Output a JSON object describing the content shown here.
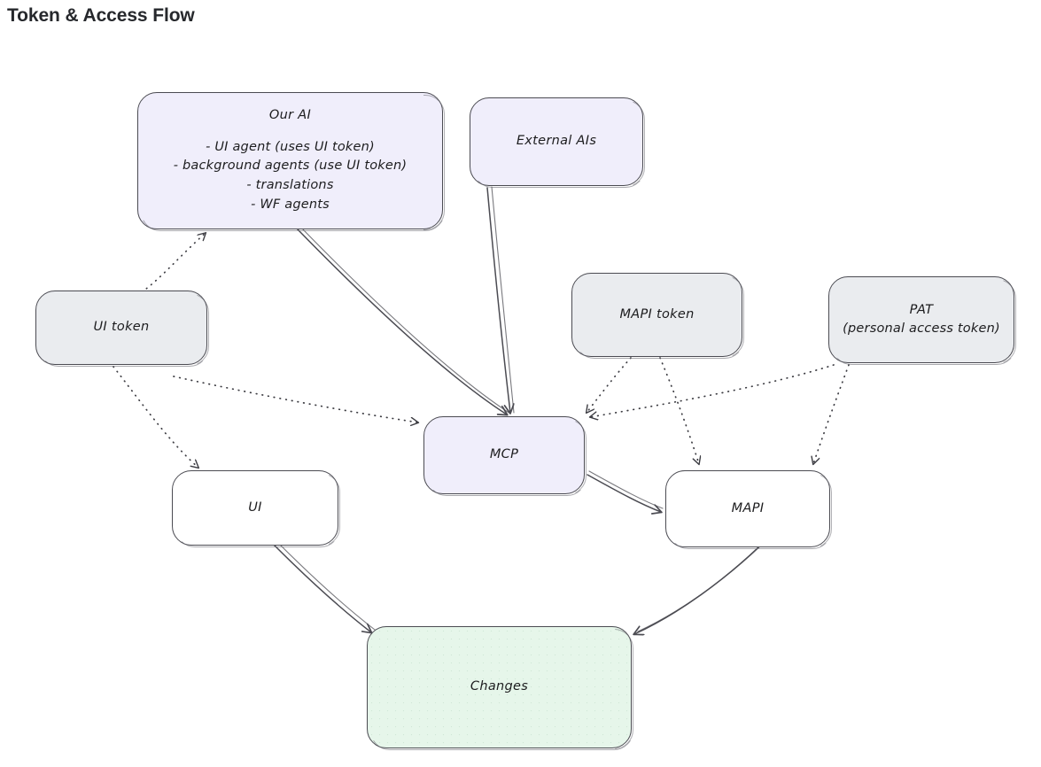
{
  "page": {
    "title": "Token & Access Flow"
  },
  "colors": {
    "background": "#ffffff",
    "title_text": "#26282c",
    "node_stroke": "#4b4b52",
    "node_text": "#1d1d1f",
    "fill_lavender": "#f0eefb",
    "fill_grey": "#eaecef",
    "fill_white": "#ffffff",
    "fill_mint": "#e6f6ea",
    "edge_solid": "#4b4b52",
    "edge_dotted": "#3c3c42"
  },
  "diagram": {
    "type": "flow",
    "style": "hand-drawn",
    "nodes": [
      {
        "id": "our-ai",
        "title": "Our AI",
        "lines": [
          "- UI agent (uses UI token)",
          "- background agents (use UI token)",
          "- translations",
          "- WF agents"
        ],
        "fill": "#f0eefb"
      },
      {
        "id": "external-ais",
        "title": "External AIs",
        "lines": [],
        "fill": "#f0eefb"
      },
      {
        "id": "ui-token",
        "title": "UI token",
        "lines": [],
        "fill": "#eaecef"
      },
      {
        "id": "mapi-token",
        "title": "MAPI token",
        "lines": [],
        "fill": "#eaecef"
      },
      {
        "id": "pat",
        "title": "PAT",
        "lines": [
          "(personal access token)"
        ],
        "fill": "#eaecef"
      },
      {
        "id": "mcp",
        "title": "MCP",
        "lines": [],
        "fill": "#f0eefb"
      },
      {
        "id": "ui",
        "title": "UI",
        "lines": [],
        "fill": "#ffffff"
      },
      {
        "id": "mapi",
        "title": "MAPI",
        "lines": [],
        "fill": "#ffffff"
      },
      {
        "id": "changes",
        "title": "Changes",
        "lines": [],
        "fill": "#e6f6ea"
      }
    ],
    "edges": [
      {
        "from": "ui-token",
        "to": "our-ai",
        "style": "dotted",
        "arrow": true
      },
      {
        "from": "ui-token",
        "to": "ui",
        "style": "dotted",
        "arrow": true
      },
      {
        "from": "ui-token",
        "to": "mcp",
        "style": "dotted",
        "arrow": true
      },
      {
        "from": "our-ai",
        "to": "mcp",
        "style": "solid",
        "arrow": true
      },
      {
        "from": "external-ais",
        "to": "mcp",
        "style": "solid",
        "arrow": true
      },
      {
        "from": "mapi-token",
        "to": "mcp",
        "style": "dotted",
        "arrow": true
      },
      {
        "from": "mapi-token",
        "to": "mapi",
        "style": "dotted",
        "arrow": true
      },
      {
        "from": "pat",
        "to": "mcp",
        "style": "dotted",
        "arrow": true
      },
      {
        "from": "pat",
        "to": "mapi",
        "style": "dotted",
        "arrow": true
      },
      {
        "from": "mcp",
        "to": "mapi",
        "style": "solid",
        "arrow": true
      },
      {
        "from": "ui",
        "to": "changes",
        "style": "solid",
        "arrow": true
      },
      {
        "from": "mapi",
        "to": "changes",
        "style": "solid",
        "arrow": true
      }
    ]
  }
}
